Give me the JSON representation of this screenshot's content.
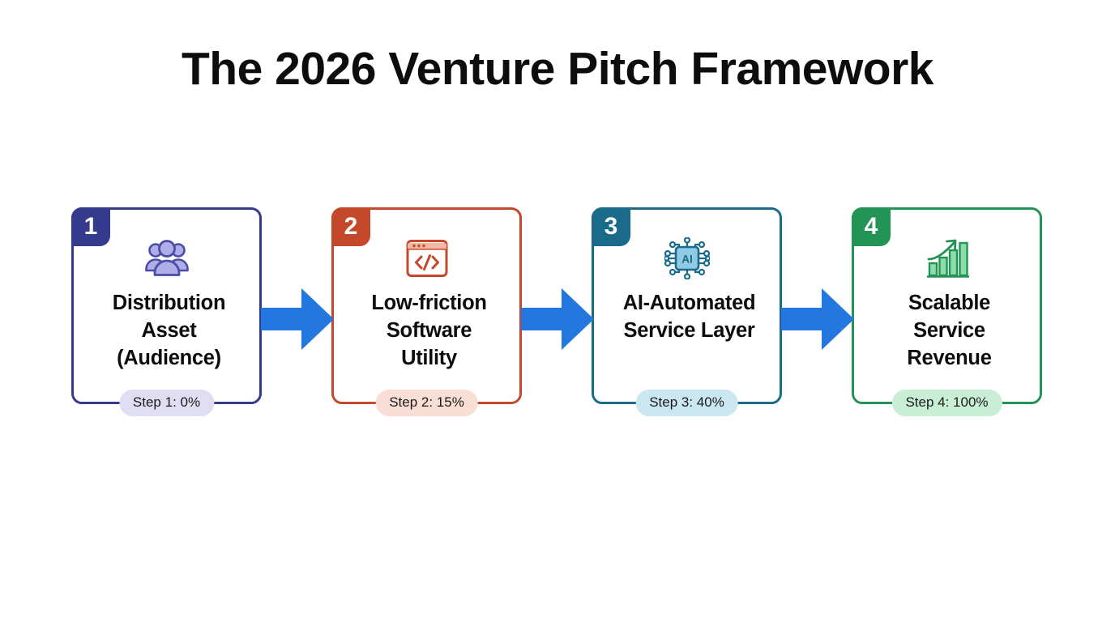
{
  "page": {
    "title": "The 2026 Venture Pitch Framework",
    "background": "#ffffff"
  },
  "flow": {
    "arrow_color": "#2377DF",
    "arrows": [
      {
        "name": "arrow-1-to-2"
      },
      {
        "name": "arrow-2-to-3"
      },
      {
        "name": "arrow-3-to-4"
      }
    ],
    "steps": [
      {
        "number": "1",
        "label": "Distribution Asset (Audience)",
        "label_lines": [
          "Distribution",
          "Asset",
          "(Audience)"
        ],
        "step_text": "Step 1: 0%",
        "percent": 0,
        "icon": "people-group-icon",
        "accent": "#343A8C",
        "badge_text_color": "#ffffff",
        "pill_bg": "#DFDEF2",
        "icon_fill": "#AFAEE8",
        "icon_stroke": "#4B4DA6"
      },
      {
        "number": "2",
        "label": "Low-friction Software Utility",
        "label_lines": [
          "Low-friction",
          "Software",
          "Utility"
        ],
        "step_text": "Step 2: 15%",
        "percent": 15,
        "icon": "code-window-icon",
        "accent": "#C4492A",
        "badge_text_color": "#ffffff",
        "pill_bg": "#F9DED6",
        "icon_fill": "#F3B7A3",
        "icon_stroke": "#C4492A"
      },
      {
        "number": "3",
        "label": "AI-Automated Service Layer",
        "label_lines": [
          "AI-Automated",
          "Service Layer"
        ],
        "step_text": "Step 3: 40%",
        "percent": 40,
        "icon": "ai-chip-icon",
        "accent": "#1A6A8A",
        "badge_text_color": "#ffffff",
        "pill_bg": "#CBE7F2",
        "icon_fill": "#8FCBE3",
        "icon_stroke": "#1A6A8A"
      },
      {
        "number": "4",
        "label": "Scalable Service Revenue",
        "label_lines": [
          "Scalable",
          "Service",
          "Revenue"
        ],
        "step_text": "Step 4: 100%",
        "percent": 100,
        "icon": "growth-chart-icon",
        "accent": "#249356",
        "badge_text_color": "#ffffff",
        "pill_bg": "#C9EED6",
        "icon_fill": "#8FDCAB",
        "icon_stroke": "#249356"
      }
    ]
  }
}
